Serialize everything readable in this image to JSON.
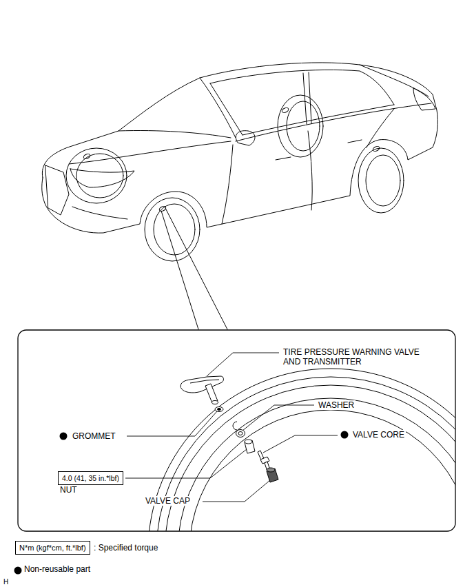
{
  "diagram": {
    "nodes": [
      {
        "text": [
          "4.0 (41, 35 in.*lbf)",
          "NUT"
        ]
      },
      {
        "text": [
          "N*m (kgf*cm, ft.*lbf)"
        ]
      }
    ],
    "labels": [
      "TIRE PRESSURE WARNING VALVE AND TRANSMITTER",
      "WASHER",
      "GROMMET",
      "VALVE CORE",
      "VALVE CAP",
      "H"
    ],
    "legend": [
      {
        "text": ": Specified torque"
      },
      {
        "text": "Non-reusable part"
      }
    ]
  }
}
